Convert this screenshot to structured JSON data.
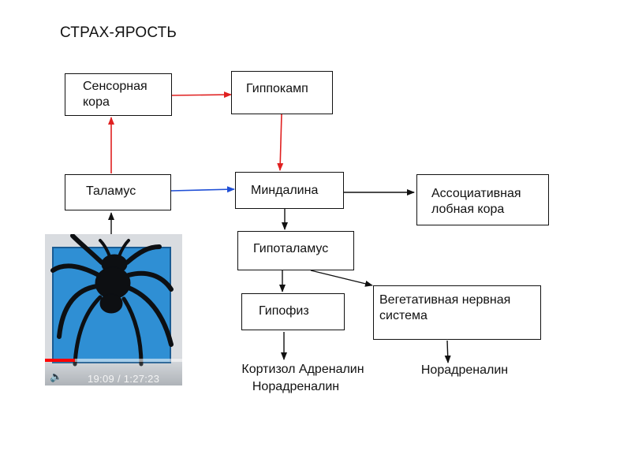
{
  "title": "СТРАХ-ЯРОСТЬ",
  "nodes": {
    "sensory_cortex": "Сенсорная\nкора",
    "hippocampus": "Гиппокамп",
    "thalamus": "Таламус",
    "amygdala": "Миндалина",
    "associative_frontal_cortex": "Ассоциативная\nлобная кора",
    "hypothalamus": "Гипоталамус",
    "pituitary": "Гипофиз",
    "autonomic_nervous_system": "Вегетативная нервная\nсистема"
  },
  "outputs": {
    "pituitary_hormones_line1": "Кортизол  Адреналин",
    "pituitary_hormones_line2": "Норадреналин",
    "ans_hormone": "Норадреналин"
  },
  "edge_colors": {
    "red": "#e02020",
    "blue": "#1f4fd6",
    "black": "#111111"
  },
  "video": {
    "time_current": "19:09",
    "time_total": "1:27:23",
    "time_display": "19:09 / 1:27:23",
    "progress": 0.22,
    "volume_icon": "volume-icon",
    "thumbnail": "spider-silhouette"
  }
}
